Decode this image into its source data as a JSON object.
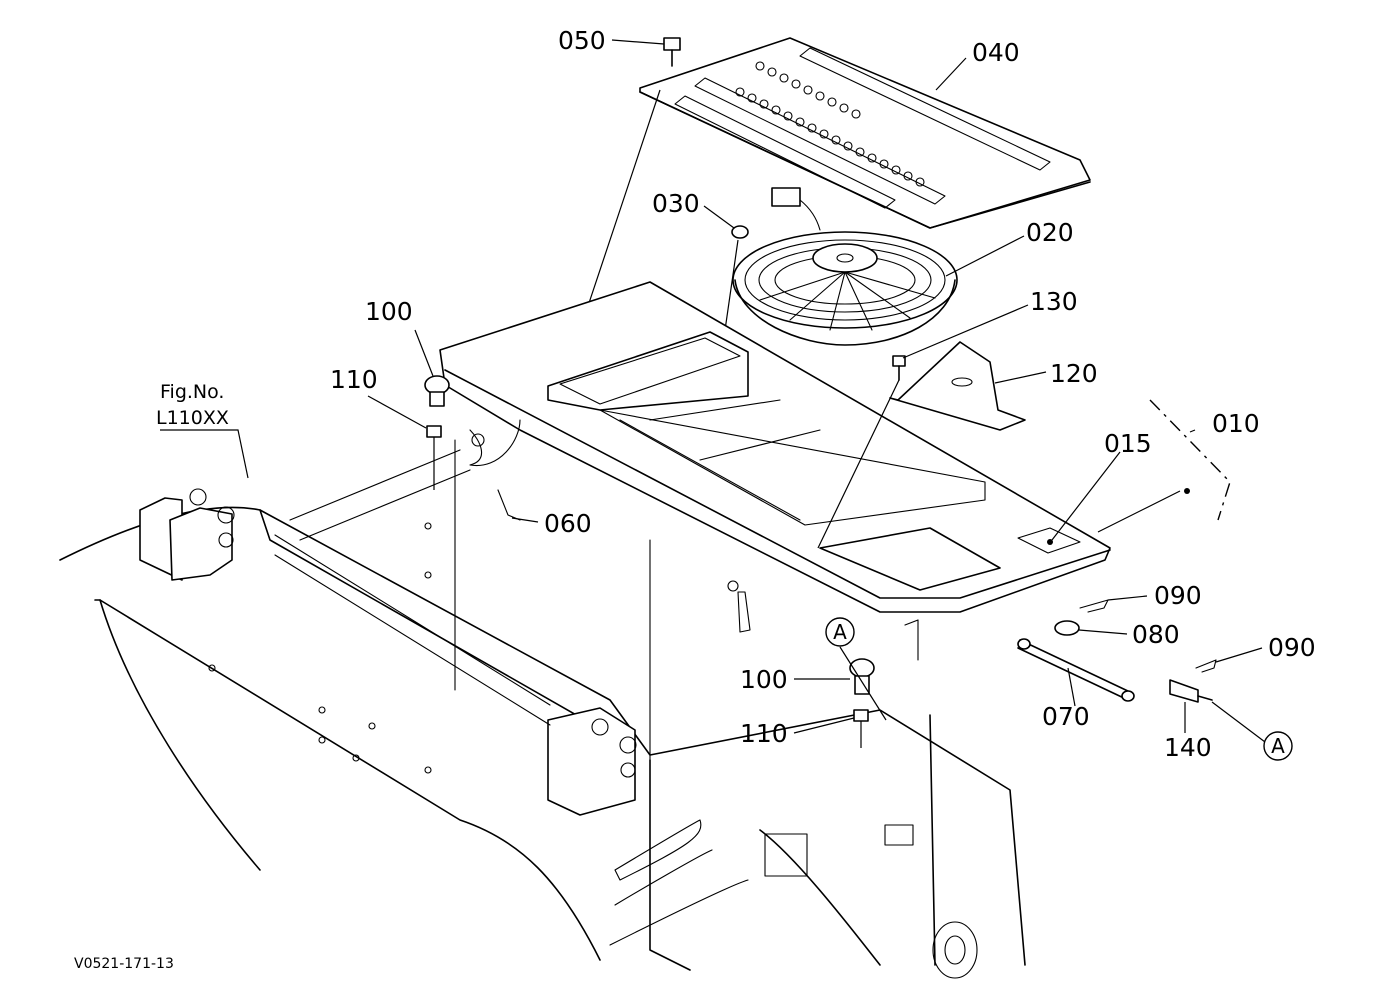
{
  "diagram": {
    "drawing_code": "V0521-171-13",
    "reference": {
      "line1": "Fig.No.",
      "line2": "L110XX"
    },
    "callouts": [
      {
        "id": "050",
        "label": "050"
      },
      {
        "id": "040",
        "label": "040"
      },
      {
        "id": "030",
        "label": "030"
      },
      {
        "id": "020",
        "label": "020"
      },
      {
        "id": "130",
        "label": "130"
      },
      {
        "id": "120",
        "label": "120"
      },
      {
        "id": "010",
        "label": "010"
      },
      {
        "id": "015",
        "label": "015"
      },
      {
        "id": "100a",
        "label": "100"
      },
      {
        "id": "110a",
        "label": "110"
      },
      {
        "id": "060",
        "label": "060"
      },
      {
        "id": "090a",
        "label": "090"
      },
      {
        "id": "080",
        "label": "080"
      },
      {
        "id": "090b",
        "label": "090"
      },
      {
        "id": "070",
        "label": "070"
      },
      {
        "id": "140",
        "label": "140"
      },
      {
        "id": "100b",
        "label": "100"
      },
      {
        "id": "110b",
        "label": "110"
      }
    ],
    "connector_marker": "A"
  }
}
